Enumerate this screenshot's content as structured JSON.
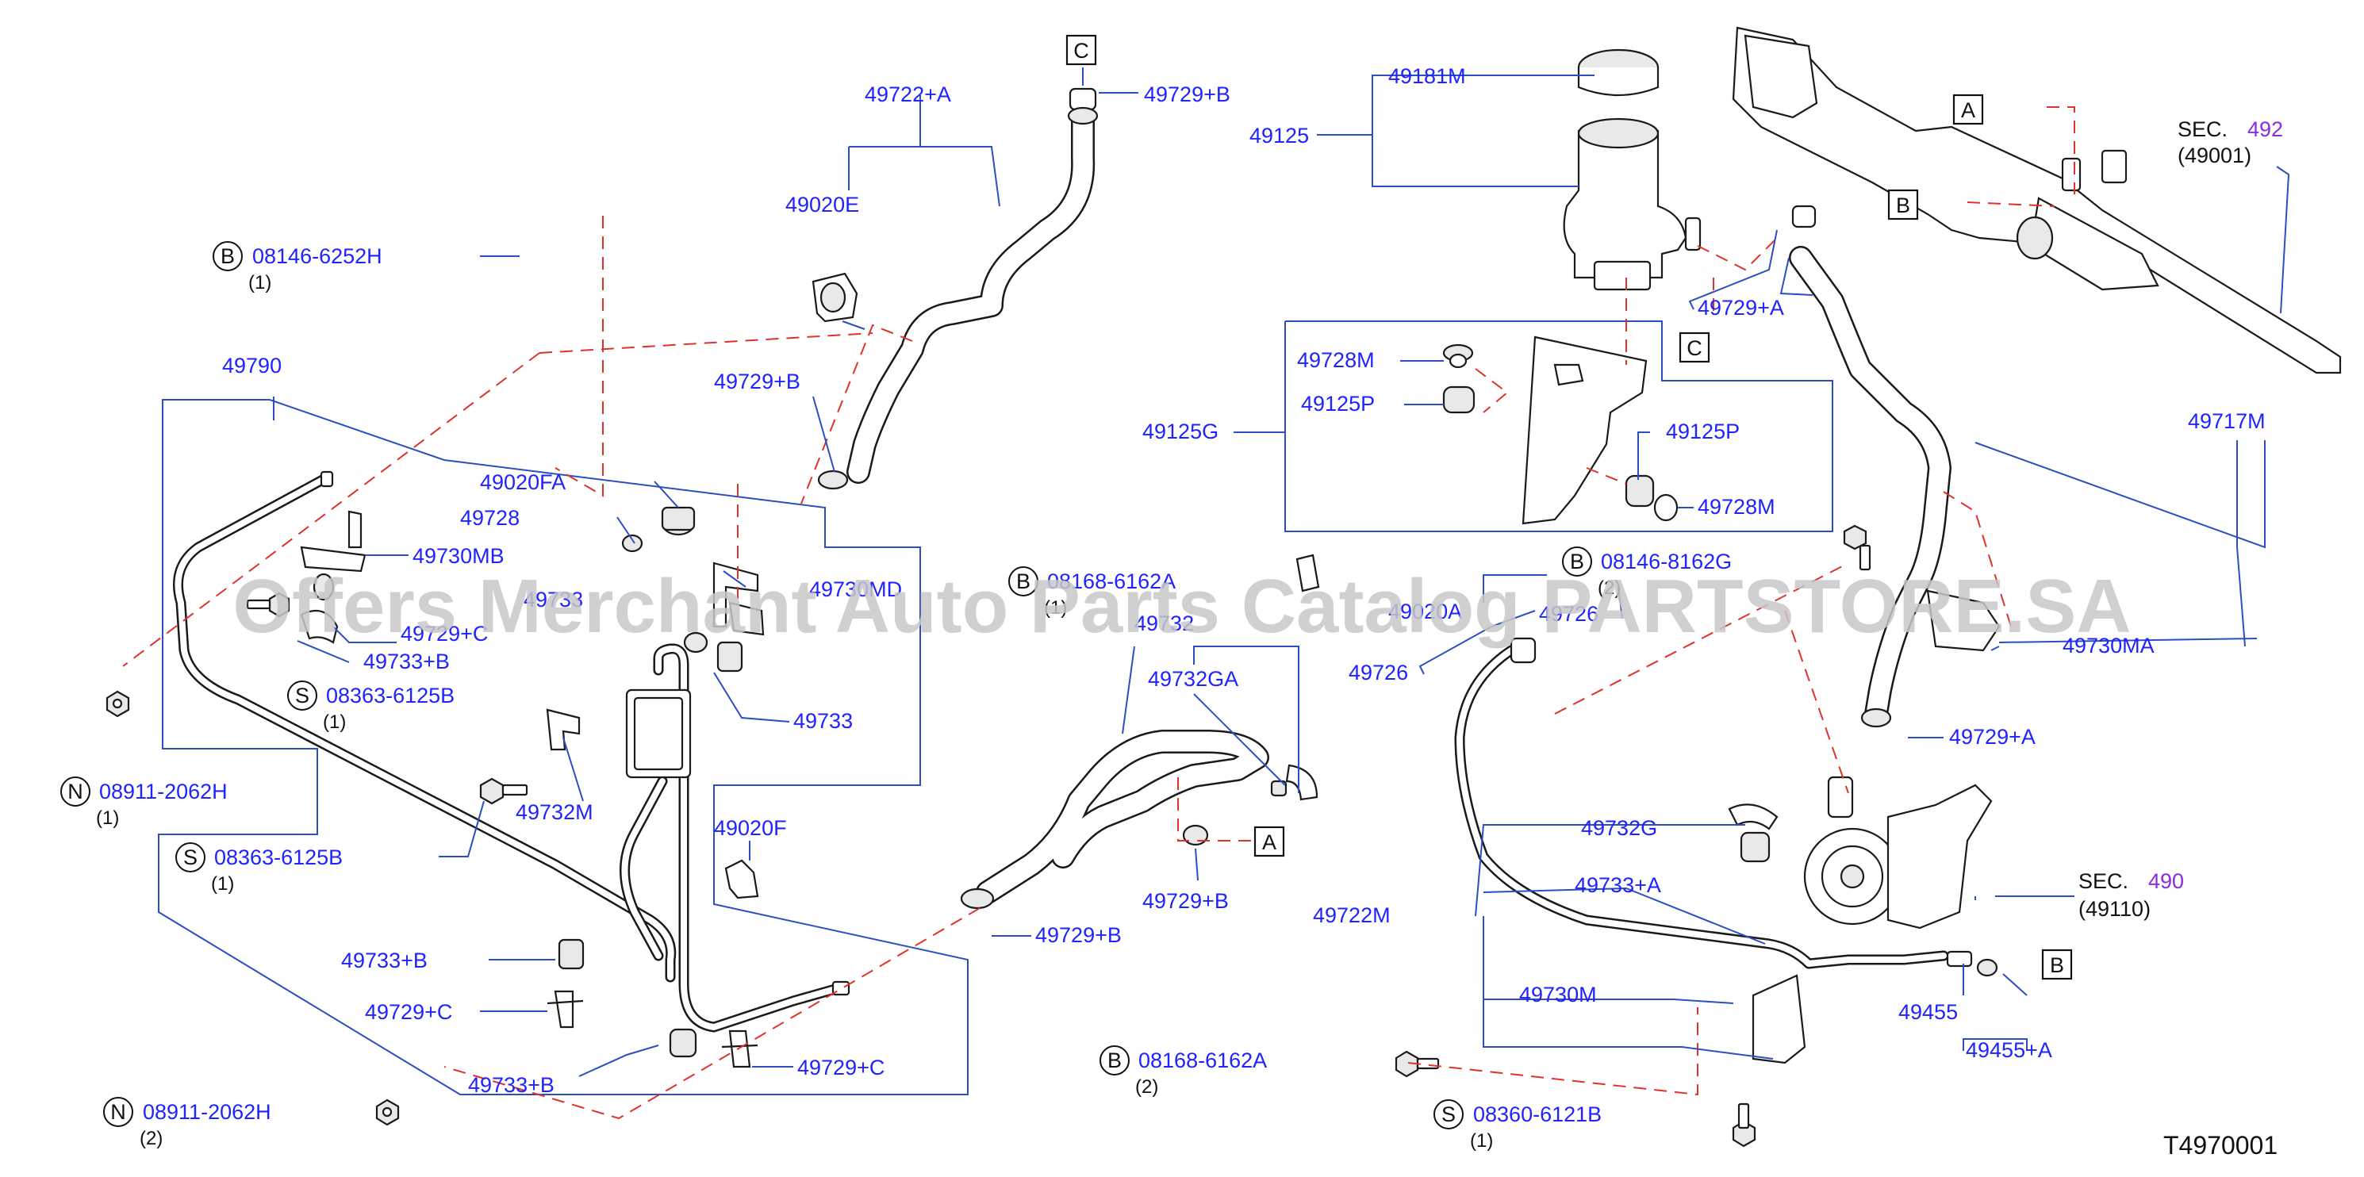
{
  "watermark": "Offers Merchant Auto Parts Catalog PARTSTORE.SA",
  "diagram_code": "T4970001",
  "part_labels": {
    "p49722A": "49722+A",
    "p49729B_top": "49729+B",
    "p49020E": "49020E",
    "p49729B_mid": "49729+B",
    "p49790": "49790",
    "p49020FA": "49020FA",
    "p49728": "49728",
    "p49730MB": "49730MB",
    "p49730MD": "49730MD",
    "p49733_partial": "49733",
    "p49729C_a": "49729+C",
    "p49733B_a": "49733+B",
    "p49733": "49733",
    "p49732M": "49732M",
    "p49020F": "49020F",
    "p49733B_b": "49733+B",
    "p49729C_b": "49729+C",
    "p49733B_c": "49733+B",
    "p49729C_c": "49729+C",
    "p49732": "49732",
    "p49732GA": "49732GA",
    "p49729B_low": "49729+B",
    "p49729B_low2": "49729+B",
    "p49181M": "49181M",
    "p49125": "49125",
    "p49728M_a": "49728M",
    "p49125P_a": "49125P",
    "p49125G": "49125G",
    "p49125P_b": "49125P",
    "p49728M_b": "49728M",
    "p49729A_top": "49729+A",
    "p49020A": "49020A",
    "p49726": "49726",
    "p49726_b": "49726",
    "p49717M": "49717M",
    "p49730MA": "49730MA",
    "p49729A_mid": "49729+A",
    "p49732G": "49732G",
    "p49733A": "49733+A",
    "p49722M": "49722M",
    "p49730M": "49730M",
    "p49455": "49455",
    "p49455A": "49455+A"
  },
  "bolts": {
    "b1": {
      "prefix": "B",
      "code": "08146-6252H",
      "qty": "(1)"
    },
    "b2": {
      "prefix": "S",
      "code": "08363-6125B",
      "qty": "(1)"
    },
    "b3": {
      "prefix": "N",
      "code": "08911-2062H",
      "qty": "(1)"
    },
    "b4": {
      "prefix": "S",
      "code": "08363-6125B",
      "qty": "(1)"
    },
    "b5": {
      "prefix": "N",
      "code": "08911-2062H",
      "qty": "(2)"
    },
    "b6": {
      "prefix": "B",
      "code": "08168-6162A",
      "qty": "(1)"
    },
    "b7": {
      "prefix": "B",
      "code": "08168-6162A",
      "qty": "(2)"
    },
    "b8": {
      "prefix": "B",
      "code": "08146-8162G",
      "qty": "(2)"
    },
    "b9": {
      "prefix": "S",
      "code": "08360-6121B",
      "qty": "(1)"
    }
  },
  "sections": {
    "s1": {
      "label": "SEC.",
      "number": "492",
      "sub": "(49001)"
    },
    "s2": {
      "label": "SEC.",
      "number": "490",
      "sub": "(49110)"
    }
  },
  "ref_boxes": {
    "c_top": "C",
    "c_mid": "C",
    "a_low": "A",
    "a_top": "A",
    "b_top": "B",
    "b_low": "B"
  },
  "colors": {
    "part_label": "#1f23ff",
    "leader": "#2b4fbf",
    "dashed_ref": "#e0322d",
    "section_number": "#8a2be2"
  }
}
